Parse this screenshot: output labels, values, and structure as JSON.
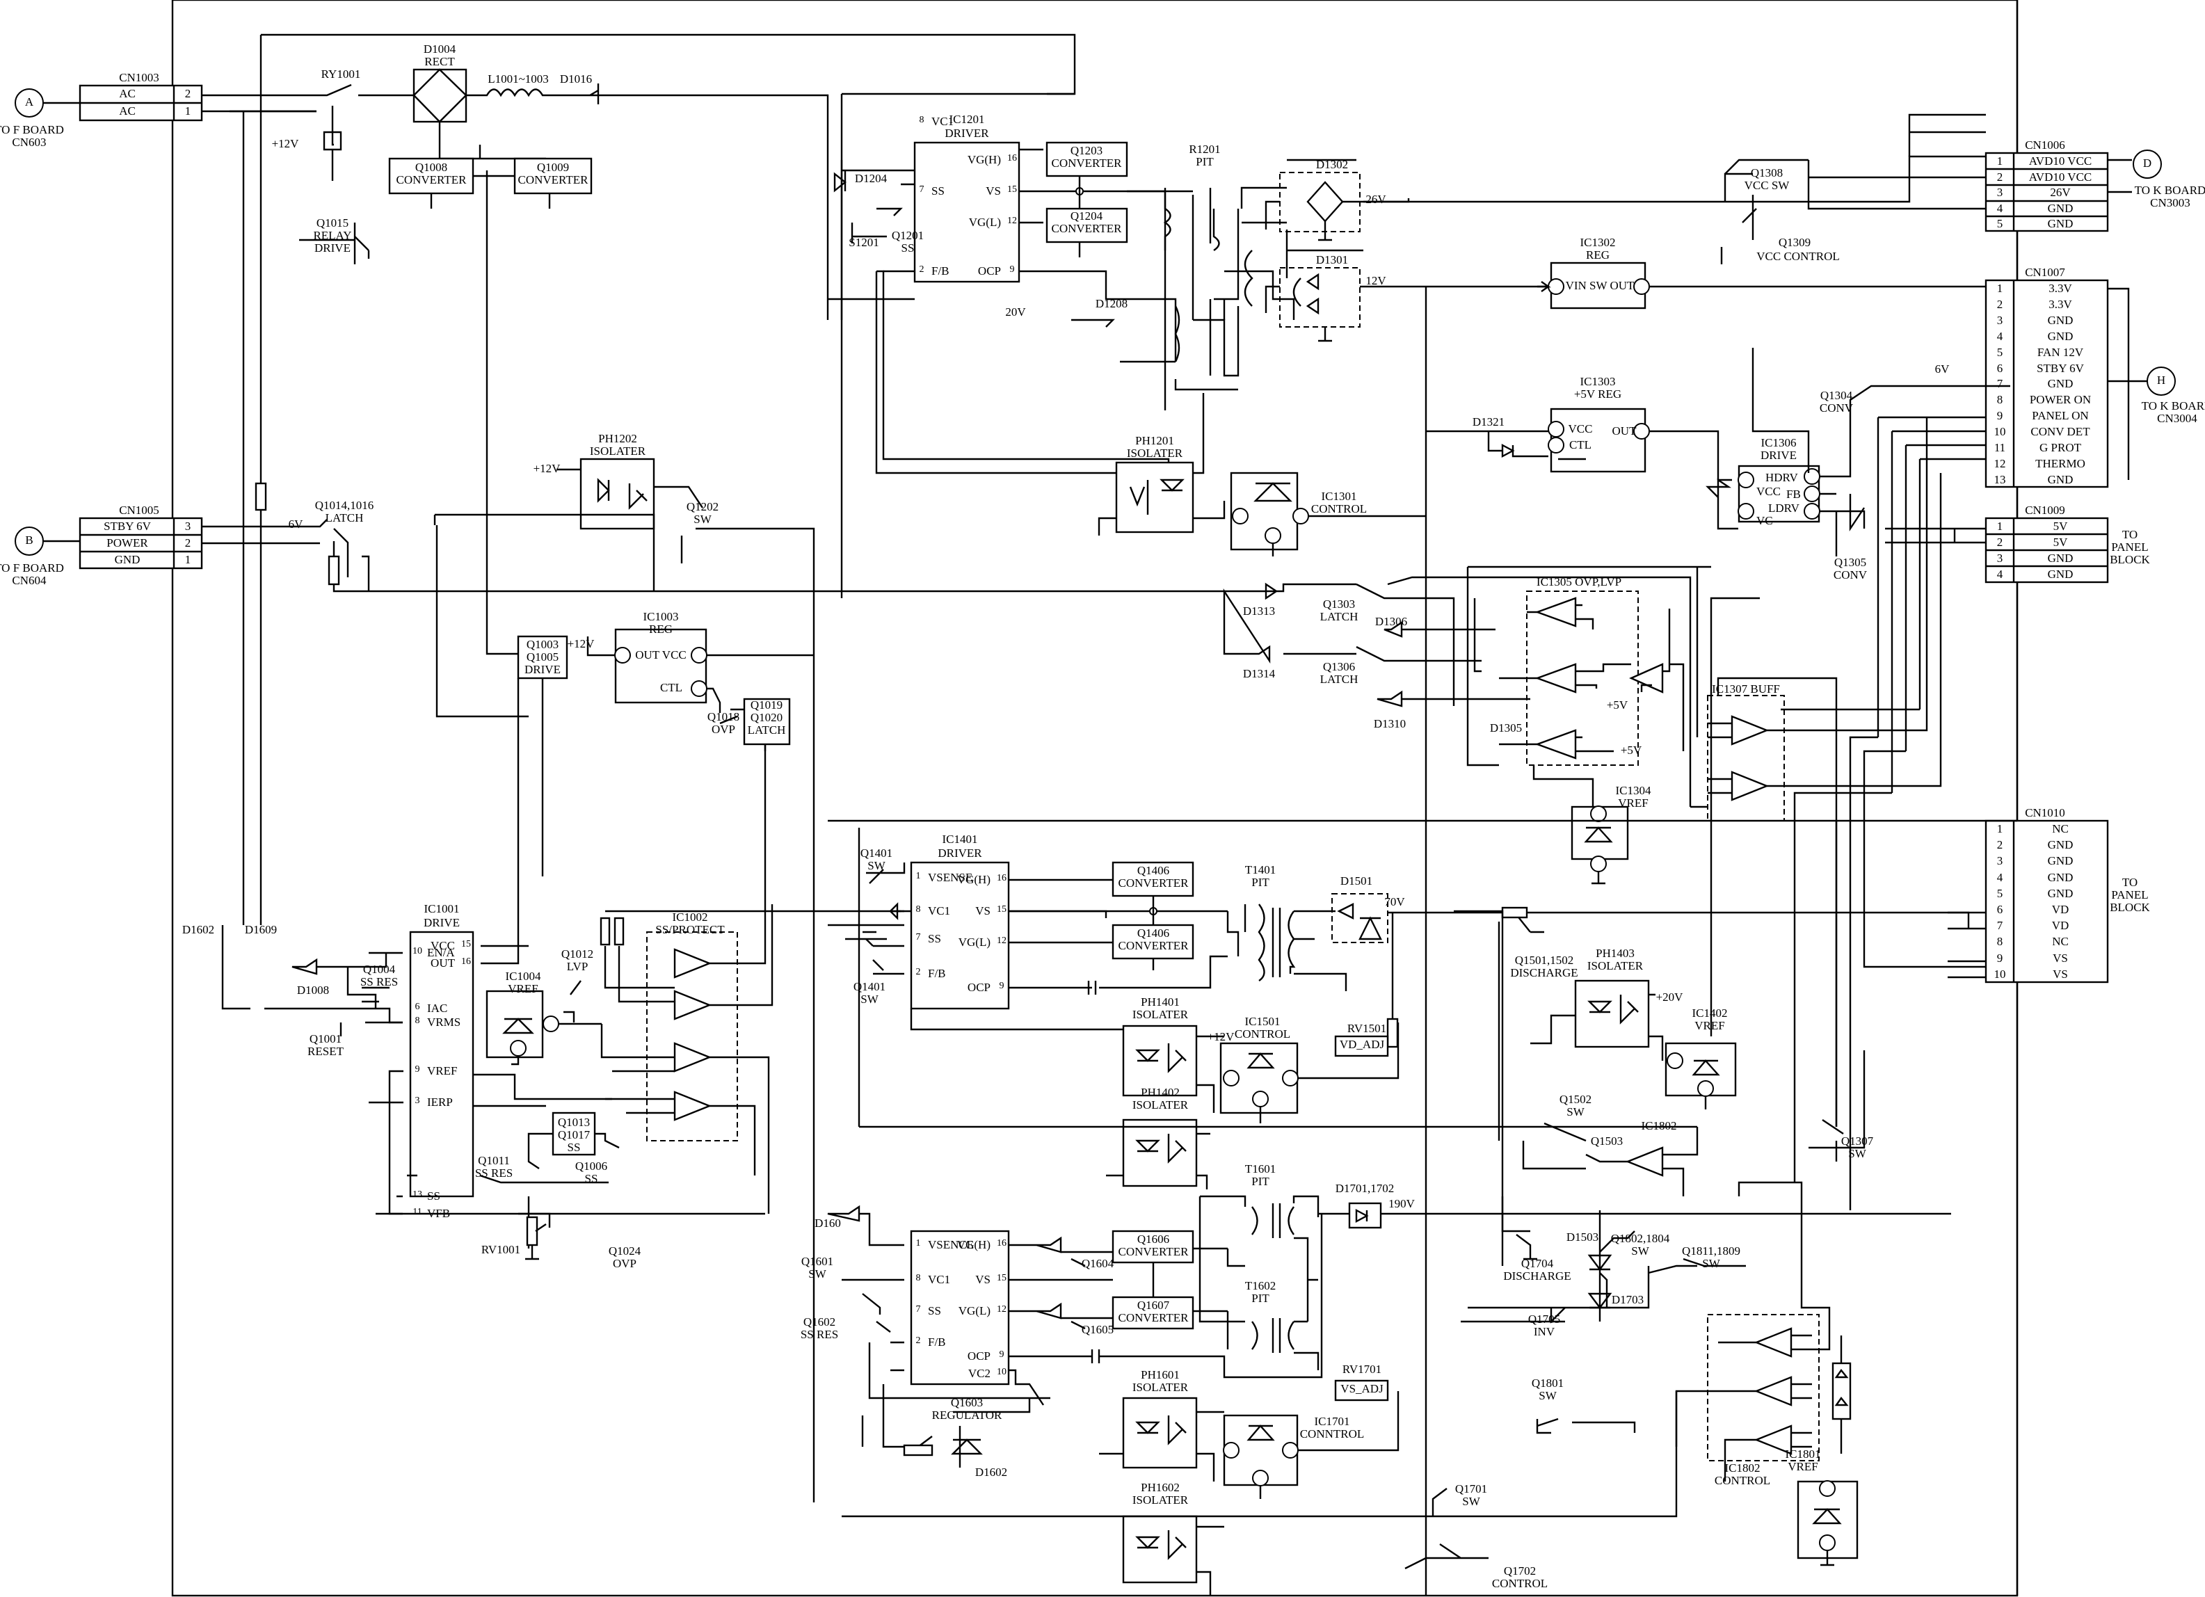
{
  "connectors": [
    {
      "id": "cn1003",
      "ref": "CN1003",
      "rows": [
        [
          "AC",
          "2"
        ],
        [
          "AC",
          "1"
        ]
      ],
      "circle": "A",
      "dest": [
        "TO F BOARD",
        "CN603"
      ]
    },
    {
      "id": "cn1005",
      "ref": "CN1005",
      "rows": [
        [
          "STBY 6V",
          "3"
        ],
        [
          "POWER",
          "2"
        ],
        [
          "GND",
          "1"
        ]
      ],
      "circle": "B",
      "dest": [
        "TO F BOARD",
        "CN604"
      ]
    },
    {
      "id": "cn1006",
      "ref": "CN1006",
      "rows": [
        [
          "1",
          "AVD10 VCC"
        ],
        [
          "2",
          "AVD10 VCC"
        ],
        [
          "3",
          "26V"
        ],
        [
          "4",
          "GND"
        ],
        [
          "5",
          "GND"
        ]
      ],
      "circle": "D",
      "dest": [
        "TO K BOARD",
        "CN3003"
      ]
    },
    {
      "id": "cn1007",
      "ref": "CN1007",
      "rows": [
        [
          "1",
          "3.3V"
        ],
        [
          "2",
          "3.3V"
        ],
        [
          "3",
          "GND"
        ],
        [
          "4",
          "GND"
        ],
        [
          "5",
          "FAN 12V"
        ],
        [
          "6",
          "STBY 6V"
        ],
        [
          "7",
          "GND"
        ],
        [
          "8",
          "POWER ON"
        ],
        [
          "9",
          "PANEL ON"
        ],
        [
          "10",
          "CONV DET"
        ],
        [
          "11",
          "G PROT"
        ],
        [
          "12",
          "THERMO"
        ],
        [
          "13",
          "GND"
        ]
      ],
      "circle": "H",
      "dest": [
        "TO K BOARD",
        "CN3004"
      ]
    },
    {
      "id": "cn1009",
      "ref": "CN1009",
      "rows": [
        [
          "1",
          "5V"
        ],
        [
          "2",
          "5V"
        ],
        [
          "3",
          "GND"
        ],
        [
          "4",
          "GND"
        ]
      ],
      "circle": "",
      "dest": [
        "TO",
        "PANEL",
        "BLOCK"
      ]
    },
    {
      "id": "cn1010",
      "ref": "CN1010",
      "rows": [
        [
          "1",
          "NC"
        ],
        [
          "2",
          "GND"
        ],
        [
          "3",
          "GND"
        ],
        [
          "4",
          "GND"
        ],
        [
          "5",
          "GND"
        ],
        [
          "6",
          "VD"
        ],
        [
          "7",
          "VD"
        ],
        [
          "8",
          "NC"
        ],
        [
          "9",
          "VS"
        ],
        [
          "10",
          "VS"
        ]
      ],
      "circle": "",
      "dest": [
        "TO",
        "PANEL",
        "BLOCK"
      ]
    }
  ],
  "ics": [
    {
      "id": "ic1201",
      "ref": "IC1201",
      "sub": "DRIVER",
      "pins": [
        [
          "8",
          "VC1",
          "L"
        ],
        [
          "7",
          "SS",
          "L"
        ],
        [
          "2",
          "F/B",
          "L"
        ],
        [
          "16",
          "VG(H)",
          "R"
        ],
        [
          "15",
          "VS",
          "R"
        ],
        [
          "12",
          "VG(L)",
          "R"
        ],
        [
          "9",
          "OCP",
          "R"
        ]
      ]
    },
    {
      "id": "ic1401",
      "ref": "IC1401",
      "sub": "DRIVER",
      "pins": [
        [
          "1",
          "VSENSE",
          "L"
        ],
        [
          "8",
          "VC1",
          "L"
        ],
        [
          "7",
          "SS",
          "L"
        ],
        [
          "2",
          "F/B",
          "L"
        ],
        [
          "16",
          "VG(H)",
          "R"
        ],
        [
          "15",
          "VS",
          "R"
        ],
        [
          "12",
          "VG(L)",
          "R"
        ],
        [
          "9",
          "OCP",
          "R"
        ]
      ]
    },
    {
      "id": "ic1601",
      "ref": "",
      "sub": "",
      "pins": [
        [
          "1",
          "VSENCE",
          "L"
        ],
        [
          "8",
          "VC1",
          "L"
        ],
        [
          "7",
          "SS",
          "L"
        ],
        [
          "2",
          "F/B",
          "L"
        ],
        [
          "16",
          "VG(H)",
          "R"
        ],
        [
          "15",
          "VS",
          "R"
        ],
        [
          "12",
          "VG(L)",
          "R"
        ],
        [
          "9",
          "OCP",
          "R"
        ],
        [
          "10",
          "VC2",
          "R"
        ]
      ]
    },
    {
      "id": "ic1001",
      "ref": "IC1001",
      "sub": "DRIVE",
      "pins": [
        [
          "10",
          "EN/A",
          "L"
        ],
        [
          "6",
          "IAC",
          "L"
        ],
        [
          "8",
          "VRMS",
          "L"
        ],
        [
          "9",
          "VREF",
          "L"
        ],
        [
          "3",
          "IERP",
          "L"
        ],
        [
          "13",
          "SS",
          "L"
        ],
        [
          "11",
          "VFB",
          "L"
        ],
        [
          "15",
          "VCC",
          "R"
        ],
        [
          "16",
          "OUT",
          "R"
        ]
      ]
    }
  ],
  "labels": {
    "rect_bridge": [
      "D1004",
      "RECT"
    ],
    "coil": "L1001~1003",
    "ry1001": "RY1001",
    "d1016": "D1016",
    "v12_ry": "+12V",
    "q1008": [
      "Q1008",
      "CONVERTER"
    ],
    "q1009": [
      "Q1009",
      "CONVERTER"
    ],
    "q1015": [
      "Q1015",
      "RELAY",
      "DRIVE"
    ],
    "d1204": "D1204",
    "s1201": "S1201",
    "q1201": [
      "Q1201",
      "SS"
    ],
    "q1203": [
      "Q1203",
      "CONVERTER"
    ],
    "q1204": [
      "Q1204",
      "CONVERTER"
    ],
    "pit1201": [
      "R1201",
      "PIT"
    ],
    "d1208": "D1208",
    "v20": "20V",
    "d1302": "D1302",
    "v26": "26V",
    "d1301": "D1301",
    "v12_out": "12V",
    "ic1302": [
      "IC1302",
      "REG"
    ],
    "ic1302_pins": "VIN SW OUT",
    "q1308": [
      "Q1308",
      "VCC SW"
    ],
    "q1309": "Q1309",
    "q1309b": "VCC CONTROL",
    "ic1303": [
      "IC1303",
      "+5V REG"
    ],
    "ic1303_vcc": "VCC",
    "ic1303_ctl": "CTL",
    "ic1303_out": "OUT",
    "d1321": "D1321",
    "q1304": [
      "Q1304",
      "CONV"
    ],
    "v6_k": "6V",
    "ic1306": [
      "IC1306",
      "DRIVE"
    ],
    "ic1306_pins": [
      "HDRV",
      "VCC",
      "FB",
      "LDRV",
      "VC"
    ],
    "q1305": [
      "Q1305",
      "CONV"
    ],
    "ph1202": [
      "PH1202",
      "ISOLATER"
    ],
    "v12_ph": "+12V",
    "q1202": [
      "Q1202",
      "SW"
    ],
    "ph1201": [
      "PH1201",
      "ISOLATER"
    ],
    "ic1301": [
      "IC1301",
      "CONTROL"
    ],
    "v6_latch": "6V",
    "q1014": [
      "Q1014,1016",
      "LATCH"
    ],
    "d1313": "D1313",
    "d1314": "D1314",
    "q1303": [
      "Q1303",
      "LATCH"
    ],
    "q1306": [
      "Q1306",
      "LATCH"
    ],
    "d1306": "D1306",
    "d1310": "D1310",
    "d1305": "D1305",
    "ic1305": "IC1305 OVP,LVP",
    "p5v_a": "+5V",
    "p5v_b": "+5V",
    "ic1304": [
      "IC1304",
      "VREF"
    ],
    "ic1307": "IC1307 BUFF",
    "ic1003": [
      "IC1003",
      "REG"
    ],
    "ic1003_pins": "OUT VCC",
    "ic1003_ctl": "CTL",
    "q1003": [
      "Q1003",
      "Q1005",
      "DRIVE"
    ],
    "v12_q1003": "+12V",
    "q1018": [
      "Q1018",
      "OVP"
    ],
    "q1019": [
      "Q1019",
      "Q1020",
      "LATCH"
    ],
    "d1602": "D1602",
    "d1609": "D1609",
    "d1008": "D1008",
    "q1004": [
      "Q1004",
      "SS RES"
    ],
    "q1001": [
      "Q1001",
      "RESET"
    ],
    "ic1004": [
      "IC1004",
      "VREF"
    ],
    "q1012": [
      "Q1012",
      "LVP"
    ],
    "ic1002": [
      "IC1002",
      "SS/PROTECT"
    ],
    "q1013": [
      "Q1013",
      "Q1017",
      "SS"
    ],
    "q1011": [
      "Q1011",
      "SS RES"
    ],
    "q1006": [
      "Q1006",
      "SS"
    ],
    "rv1001": "RV1001",
    "q1024": [
      "Q1024",
      "OVP"
    ],
    "q1401": [
      "Q1401",
      "SW"
    ],
    "q1401b": [
      "Q1401",
      "SW"
    ],
    "q1406a": [
      "Q1406",
      "CONVERTER"
    ],
    "q1406b": [
      "Q1406",
      "CONVERTER"
    ],
    "t1401": [
      "T1401",
      "PIT"
    ],
    "d1501": "D1501",
    "v70": "70V",
    "ph1401": [
      "PH1401",
      "ISOLATER"
    ],
    "v12_ph1401": "+12V",
    "ic1501": [
      "IC1501",
      "CONTROL"
    ],
    "rv1501": "RV1501",
    "vd_adj": "VD_ADJ",
    "ph1402": [
      "PH1402",
      "ISOLATER"
    ],
    "q1501": [
      "Q1501,1502",
      "DISCHARGE"
    ],
    "ph1403": [
      "PH1403",
      "ISOLATER"
    ],
    "v20_ph": "+20V",
    "ic1402": [
      "IC1402",
      "VREF"
    ],
    "q1502": [
      "Q1502",
      "SW"
    ],
    "q1503": "Q1503",
    "ic1802": "IC1802",
    "q1307": [
      "Q1307",
      "SW"
    ],
    "d160": "D160",
    "q1601": [
      "Q1601",
      "SW"
    ],
    "q1602": [
      "Q1602",
      "SS RES"
    ],
    "q1606": [
      "Q1606",
      "CONVERTER"
    ],
    "q1607": [
      "Q1607",
      "CONVERTER"
    ],
    "q1604": "Q1604",
    "q1605": "Q1605",
    "t1601": [
      "T1601",
      "PIT"
    ],
    "t1602": [
      "T1602",
      "PIT"
    ],
    "d1701": "D1701,1702",
    "v190": "190V",
    "q1603": [
      "Q1603",
      "REGULATOR"
    ],
    "d1602b": "D1602",
    "ph1601": [
      "PH1601",
      "ISOLATER"
    ],
    "ic1701": [
      "IC1701",
      "CONNTROL"
    ],
    "rv1701": "RV1701",
    "vs_adj": "VS_ADJ",
    "ph1602": [
      "PH1602",
      "ISOLATER"
    ],
    "q1704": [
      "Q1704",
      "DISCHARGE"
    ],
    "d1503": "D1503",
    "q1705": [
      "Q1705",
      "INV"
    ],
    "d1703": "D1703",
    "q1802": [
      "Q1802,1804",
      "SW"
    ],
    "q1811": [
      "Q1811,1809",
      "SW"
    ],
    "q1801": [
      "Q1801",
      "SW"
    ],
    "ic1802b": [
      "IC1802",
      "CONTROL"
    ],
    "ic1801": [
      "IC1801",
      "VREF"
    ],
    "q1701": [
      "Q1701",
      "SW"
    ],
    "q1702": [
      "Q1702",
      "CONTROL"
    ]
  }
}
